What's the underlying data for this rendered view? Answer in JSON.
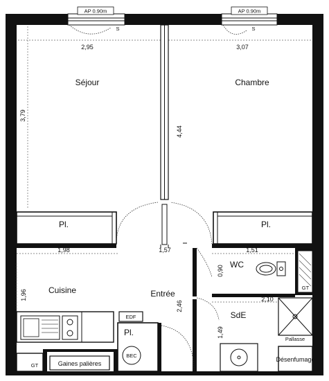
{
  "rooms": {
    "sejour": "Séjour",
    "chambre": "Chambre",
    "cuisine": "Cuisine",
    "entree": "Entrée",
    "wc": "WC",
    "sde": "SdE"
  },
  "storage": {
    "pl_left": "Pl.",
    "pl_right": "Pl.",
    "pl_entry": "Pl."
  },
  "dimensions": {
    "sejour_width": "2,95",
    "chambre_width": "3,07",
    "sejour_depth": "3,79",
    "partition_length": "4,44",
    "cuisine_width": "1,98",
    "entry_width": "1,57",
    "wc_width": "1,51",
    "wc_depth": "0,90",
    "cuisine_depth": "1,96",
    "entree_depth": "2,46",
    "sde_width": "2,10",
    "sde_depth": "1,49"
  },
  "labels": {
    "window_left": "AP 0.90m",
    "window_right": "AP 0.90m",
    "s_left": "S",
    "s_right": "S",
    "edf": "EDF",
    "bec": "BEC",
    "gt_left": "GT",
    "gt_right": "GT",
    "gaines": "Gaines palières",
    "desenfumage": "Désenfumage",
    "pallasse": "Pallasse"
  }
}
